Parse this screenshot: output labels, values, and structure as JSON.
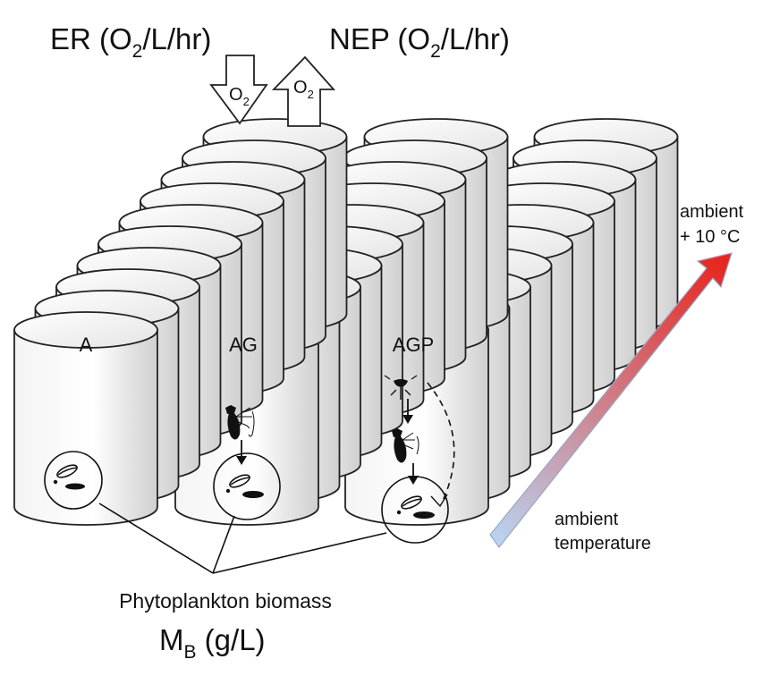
{
  "title_left": {
    "main": "ER (O",
    "sub": "2",
    "rest": "/L/hr)"
  },
  "title_right": {
    "main": "NEP (O",
    "sub": "2",
    "rest": "/L/hr)"
  },
  "oxygen_arrows": {
    "down": {
      "main": "O",
      "sub": "2"
    },
    "up": {
      "main": "O",
      "sub": "2"
    }
  },
  "columns": [
    {
      "label": "A"
    },
    {
      "label": "AG"
    },
    {
      "label": "AGP"
    }
  ],
  "temperature_gradient": {
    "high_label_line1": "ambient",
    "high_label_line2": "+ 10 °C",
    "low_label_line1": "ambient",
    "low_label_line2": "temperature",
    "color_high": "#e8231b",
    "color_low": "#b9d3ef"
  },
  "biomass": {
    "label": "Phytoplankton biomass",
    "symbol_main": "M",
    "symbol_sub": "B",
    "symbol_rest": " (g/L)"
  }
}
